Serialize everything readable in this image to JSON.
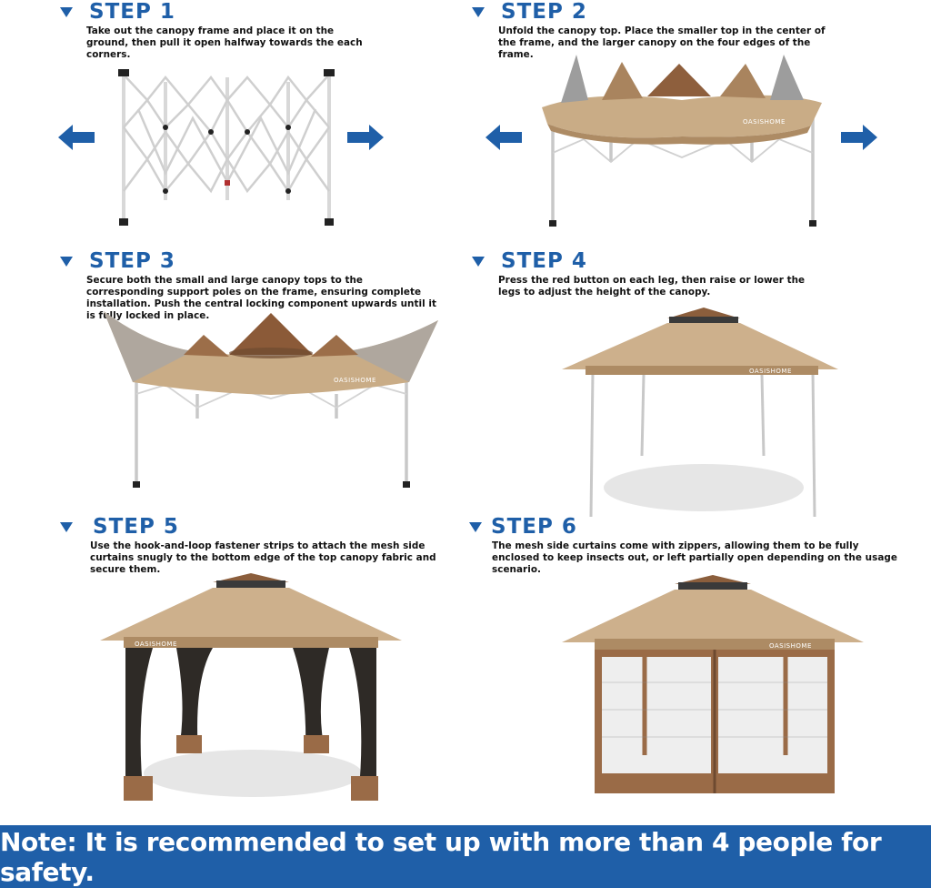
{
  "steps": [
    {
      "title": "STEP 1",
      "desc": "Take out the canopy frame and place it on the ground, then pull it open halfway towards the each corners."
    },
    {
      "title": "STEP 2",
      "desc": "Unfold the canopy top. Place the smaller top in the center of the frame, and the larger canopy on the four edges of the frame."
    },
    {
      "title": "STEP 3",
      "desc": "Secure both the small and large canopy tops to the corresponding support poles on the frame, ensuring complete installation.  Push the central locking component  upwards until it is fully locked in place."
    },
    {
      "title": "STEP 4",
      "desc": "Press the red button on each leg, then raise or lower the legs to adjust the height of the canopy."
    },
    {
      "title": "STEP 5",
      "desc": "Use the hook-and-loop fastener strips to attach the mesh side curtains snugly to the bottom edge of the top canopy fabric and secure them."
    },
    {
      "title": "STEP 6",
      "desc": "The mesh side curtains come with zippers, allowing them to be fully enclosed to keep insects out, or left partially open depending on the usage scenario."
    }
  ],
  "brand": "OASISHOME",
  "note": "Note: It is recommended to set up with more than 4 people for safety.",
  "icons": [
    "triangle-down-icon",
    "arrow-left-icon",
    "arrow-right-icon"
  ],
  "colors": {
    "accent": "#1f5fa8",
    "canopy_light": "#cdb08c",
    "canopy_dark": "#8b5e3c"
  }
}
